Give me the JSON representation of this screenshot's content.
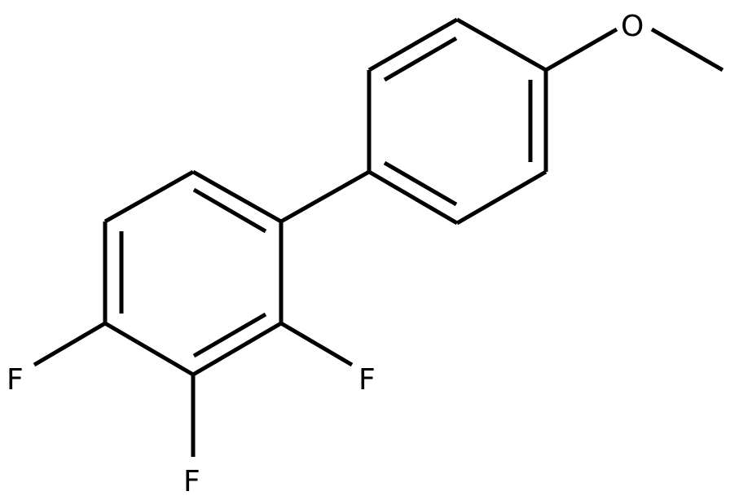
{
  "molecule": {
    "atoms": {
      "F_left": "F",
      "F_bottom": "F",
      "F_right": "F",
      "O_methoxy": "O"
    }
  }
}
